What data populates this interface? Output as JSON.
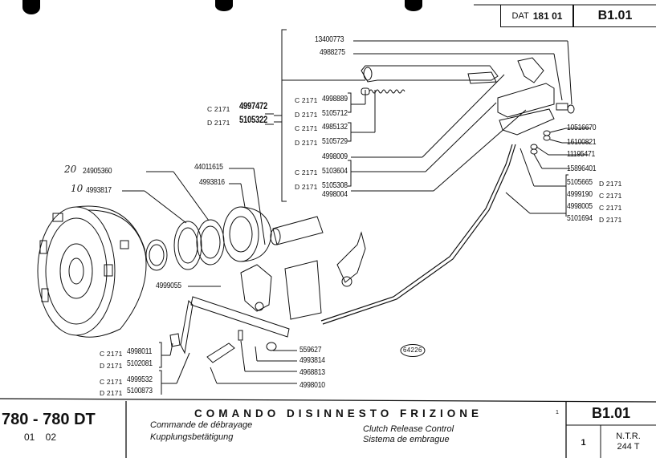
{
  "header": {
    "dat_label": "DAT",
    "dat_number": "181 01",
    "table_code": "B1.01"
  },
  "drawing": {
    "reference_badge": "64226",
    "handwritten_notes": [
      "20",
      "10"
    ],
    "callouts_top_bracket": [
      {
        "part": "13400773",
        "variant": ""
      },
      {
        "part": "4988275",
        "variant": ""
      },
      {
        "part": "4998889",
        "variant": "C 2171"
      },
      {
        "part": "5105712",
        "variant": "D 2171"
      },
      {
        "part": "4985132",
        "variant": "C 2171"
      },
      {
        "part": "5105729",
        "variant": "D 2171"
      },
      {
        "part": "4998009",
        "variant": ""
      },
      {
        "part": "5103604",
        "variant": "C 2171"
      },
      {
        "part": "5105308",
        "variant": "D 2171"
      },
      {
        "part": "4998004",
        "variant": ""
      }
    ],
    "callouts_left_assembly": [
      {
        "part": "4997472",
        "variant": "C 2171"
      },
      {
        "part": "5105322",
        "variant": "D 2171"
      }
    ],
    "callouts_right": [
      {
        "part": "10516670",
        "variant": ""
      },
      {
        "part": "16100821",
        "variant": ""
      },
      {
        "part": "11195471",
        "variant": ""
      },
      {
        "part": "15896401",
        "variant": ""
      },
      {
        "part": "5105665",
        "variant": "D 2171"
      },
      {
        "part": "4999190",
        "variant": "C 2171"
      },
      {
        "part": "4998005",
        "variant": "C 2171"
      },
      {
        "part": "5101694",
        "variant": "D 2171"
      }
    ],
    "callouts_bearing": [
      {
        "part": "24905360",
        "note": "20"
      },
      {
        "part": "4993817",
        "note": "10"
      },
      {
        "part": "44011615",
        "note": ""
      },
      {
        "part": "4993816",
        "note": ""
      },
      {
        "part": "4999055",
        "note": ""
      }
    ],
    "callouts_bottom_left": [
      {
        "part": "4998011",
        "variant": "C 2171"
      },
      {
        "part": "5102081",
        "variant": "D 2171"
      },
      {
        "part": "4999532",
        "variant": "C 2171"
      },
      {
        "part": "5100873",
        "variant": "D 2171"
      }
    ],
    "callouts_bottom_center": [
      {
        "part": "559627"
      },
      {
        "part": "4993814"
      },
      {
        "part": "4968813"
      },
      {
        "part": "4998010"
      }
    ]
  },
  "footer": {
    "model": "780 - 780 DT",
    "model_codes": "01    02",
    "title_it": "COMANDO DISINNESTO FRIZIONE",
    "title_fr": "Commande de débrayage",
    "title_de": "Kupplungsbetätigung",
    "title_en": "Clutch Release Control",
    "title_es": "Sistema de embrague",
    "footnote_marker": "1",
    "table_code": "B1.01",
    "sheet": "1",
    "ntr_label": "N.T.R.",
    "ntr_value": "244 T"
  }
}
